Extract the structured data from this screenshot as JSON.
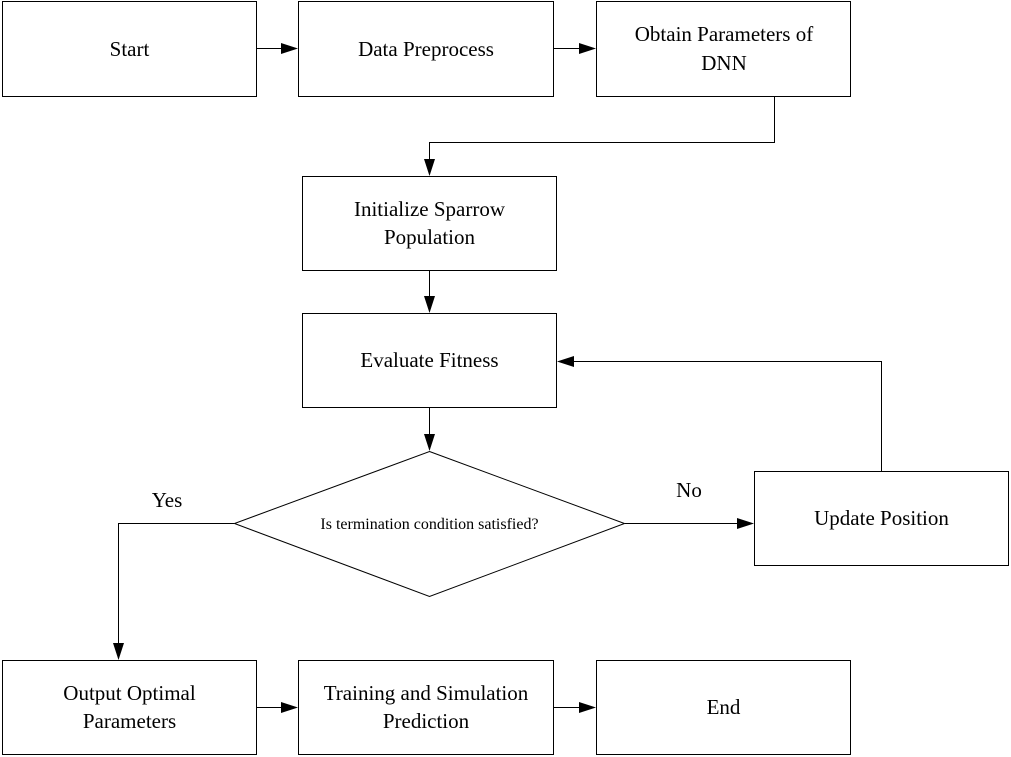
{
  "flowchart": {
    "start": "Start",
    "data_preprocess": "Data Preprocess",
    "obtain_parameters": [
      "Obtain Parameters of",
      "DNN"
    ],
    "initialize_population": [
      "Initialize Sparrow",
      "Population"
    ],
    "evaluate_fitness": "Evaluate Fitness",
    "termination_check": "Is termination condition satisfied?",
    "update_position": "Update Position",
    "output_parameters": [
      "Output Optimal",
      "Parameters"
    ],
    "training_simulation": [
      "Training and Simulation",
      "Prediction"
    ],
    "end": "End",
    "yes_label": "Yes",
    "no_label": "No"
  }
}
